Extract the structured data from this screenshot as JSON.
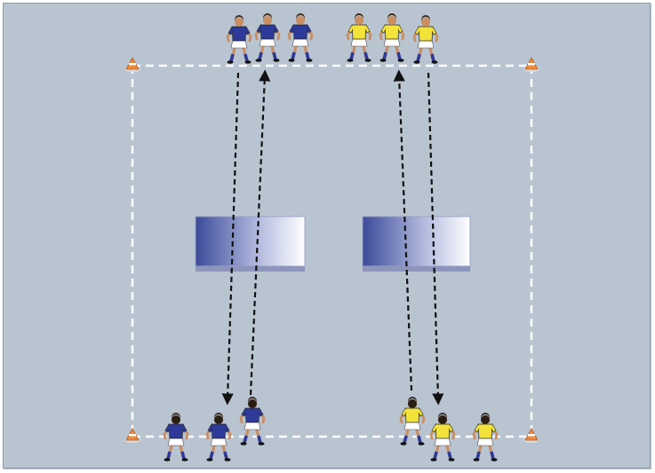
{
  "colors": {
    "background": "#b9c4d1",
    "boundary_line": "#ffffff",
    "cone": "#f08a3c",
    "run_arrow": "#111111",
    "pad_dark": "#3b4a9a",
    "pad_light": "#ffffff",
    "blue_jersey": "#2d3a9a",
    "yellow_jersey": "#f2e23a",
    "shorts": "#ffffff",
    "socks_blue": "#2d3a9a",
    "skin": "#c98e62"
  },
  "elements": {
    "cones": [
      "cone-top-left",
      "cone-top-right",
      "cone-bottom-left",
      "cone-bottom-right"
    ],
    "pads": [
      "tackle-pad-left",
      "tackle-pad-right"
    ],
    "top_blue_team_count": 3,
    "top_yellow_team_count": 3,
    "bottom_blue_team_count": 3,
    "bottom_yellow_team_count": 3,
    "run_arrows": [
      "arrow-left-down",
      "arrow-left-up",
      "arrow-right-up",
      "arrow-right-down"
    ]
  }
}
